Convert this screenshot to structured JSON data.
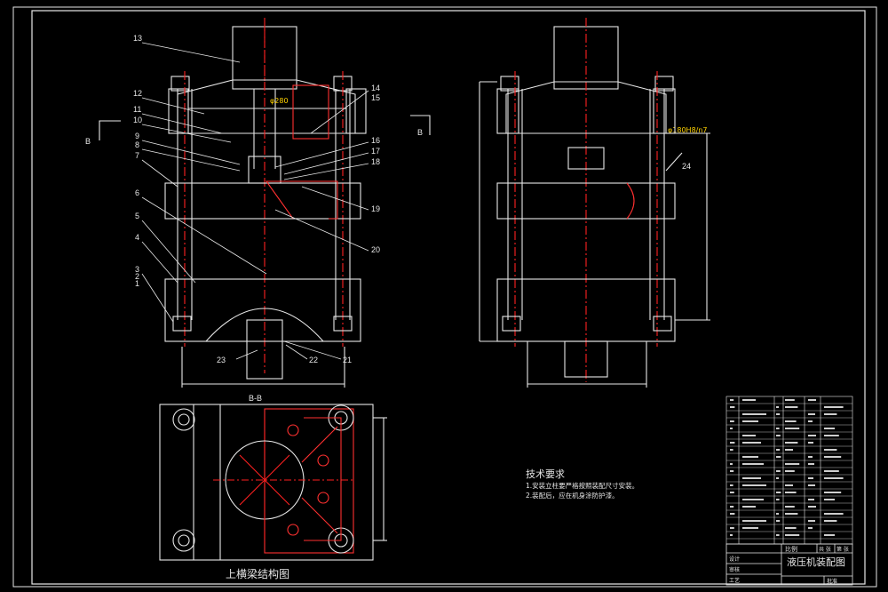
{
  "drawing": {
    "section_view_title": "B-B",
    "section_markers": [
      "B",
      "B"
    ],
    "beam_view_title": "上横梁结构图",
    "part_numbers": [
      "13",
      "12",
      "11",
      "10",
      "9",
      "8",
      "7",
      "6",
      "5",
      "4",
      "3",
      "2",
      "1",
      "14",
      "15",
      "16",
      "17",
      "18",
      "19",
      "20",
      "23",
      "22",
      "21",
      "24"
    ],
    "fit_note": "φ180H8/n7",
    "bore_note": "φ280"
  },
  "tech_requirements": {
    "title": "技术要求",
    "line1": "1.安装立柱要严格按照装配尺寸安装。",
    "line2": "2.装配后，应在机身涂防护漆。"
  },
  "title_block": {
    "drawing_name": "液压机装配图",
    "labels": [
      "比例",
      "共 张",
      "第 张"
    ],
    "row_labels": [
      "设计",
      "审核",
      "工艺",
      "批准"
    ]
  },
  "colors": {
    "background": "#000000",
    "outline": "#e8e8e8",
    "centerline": "#ff2020",
    "hatch": "#ff3030",
    "dimension": "#e8e8e8",
    "yellow": "#ffd200",
    "cyan": "#00e0e0"
  }
}
